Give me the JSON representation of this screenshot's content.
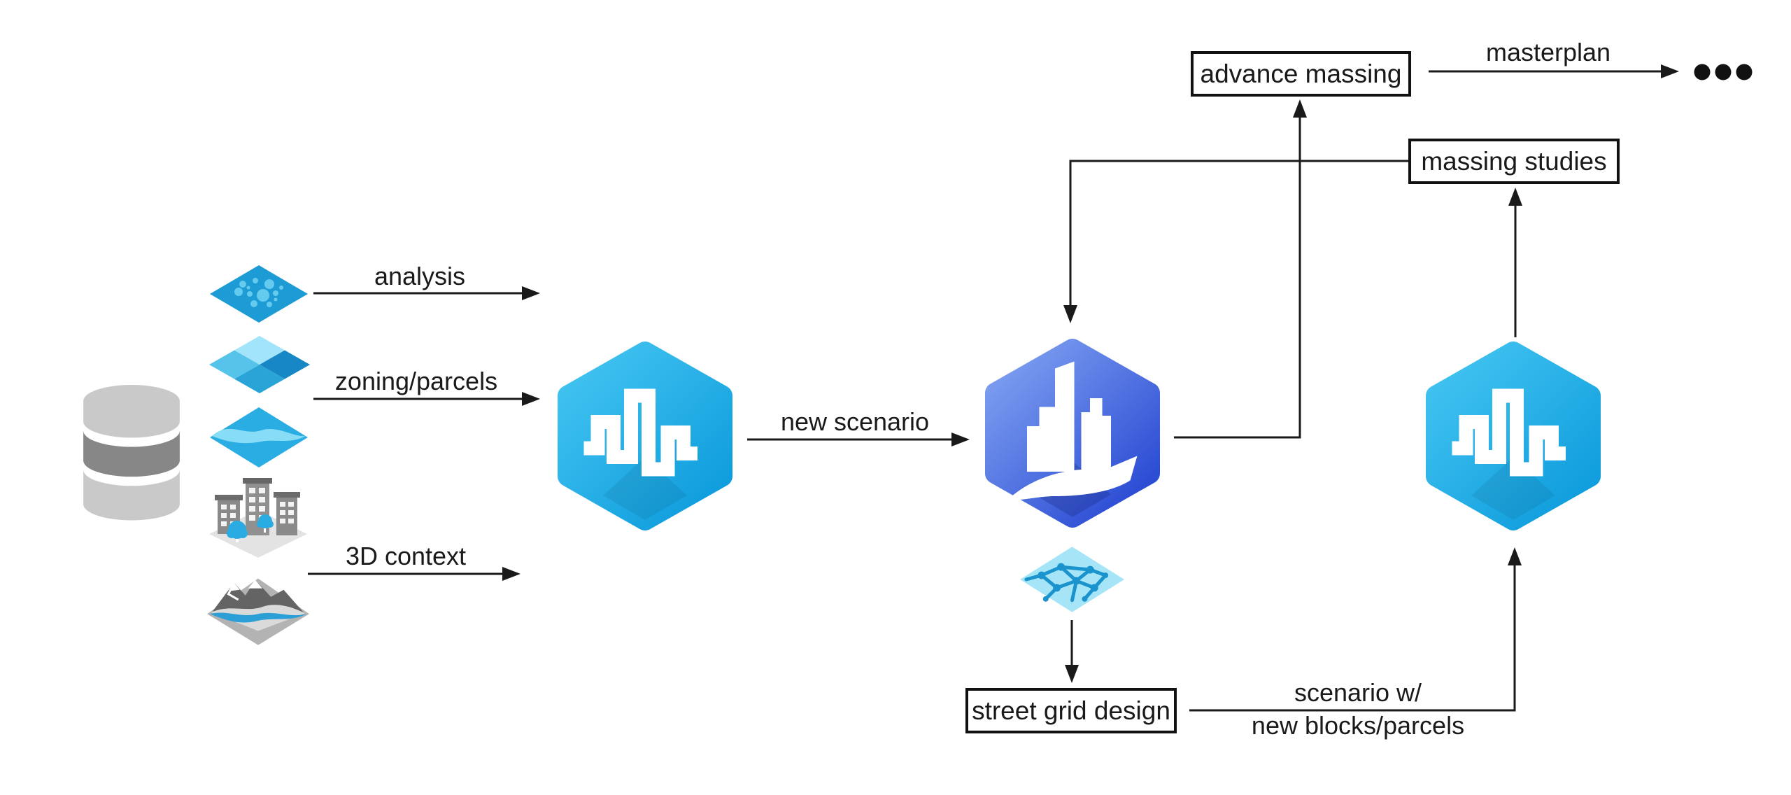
{
  "diagram": {
    "background": "#ffffff",
    "text_color": "#1a1a1a",
    "line_color": "#1a1a1a",
    "labels": {
      "analysis": "analysis",
      "zoning_parcels": "zoning/parcels",
      "context_3d": "3D context",
      "new_scenario": "new scenario",
      "masterplan": "masterplan",
      "scenario_line1": "scenario w/",
      "scenario_line2": "new blocks/parcels"
    },
    "boxes": {
      "advance_massing": "advance massing",
      "massing_studies": "massing studies",
      "street_grid_design": "street grid design"
    },
    "icons": {
      "database": "database-cylinder",
      "analysis_layer": "dotted-map-layer-diamond",
      "zoning_layer": "checkered-parcels-layer-diamond",
      "terrain_layer": "wave-map-layer-diamond",
      "context_buildings": "3d-buildings-with-trees",
      "context_terrain": "mountain-terrain-with-river",
      "urban_app_left": "arcgis-urban-hexagon",
      "cityengine_app": "arcgis-cityengine-hexagon",
      "urban_app_right": "arcgis-urban-hexagon",
      "street_grid_layer": "street-network-diamond",
      "ellipsis": "three-dots-continuation"
    },
    "colors": {
      "urban_hex_light": "#45c6f2",
      "urban_hex_dark": "#0d9bdc",
      "cityengine_hex_light": "#83a4f2",
      "cityengine_hex_dark": "#2647d2",
      "layer_blue": "#1b93cc",
      "layer_light_blue": "#a6e5f8",
      "grey_dark": "#878787",
      "grey_light": "#c9c9c9",
      "line": "#1a1a1a",
      "background": "#ffffff"
    }
  }
}
